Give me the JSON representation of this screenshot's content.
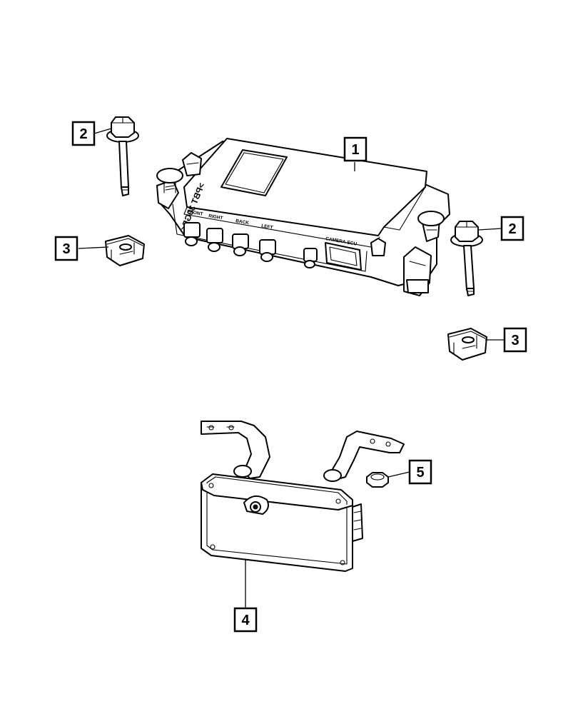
{
  "callouts": {
    "c1": "1",
    "c2a": "2",
    "c2b": "2",
    "c3a": "3",
    "c3b": "3",
    "c4": "4",
    "c5": "5"
  },
  "module_labels": {
    "stamp": ">PBT 30GF<",
    "port_front": "FRONT",
    "port_right": "RIGHT",
    "port_back": "BACK",
    "port_left": "LEFT",
    "port_main": "CAMERA-ECU"
  },
  "colors": {
    "line": "#000000",
    "background": "#ffffff"
  }
}
